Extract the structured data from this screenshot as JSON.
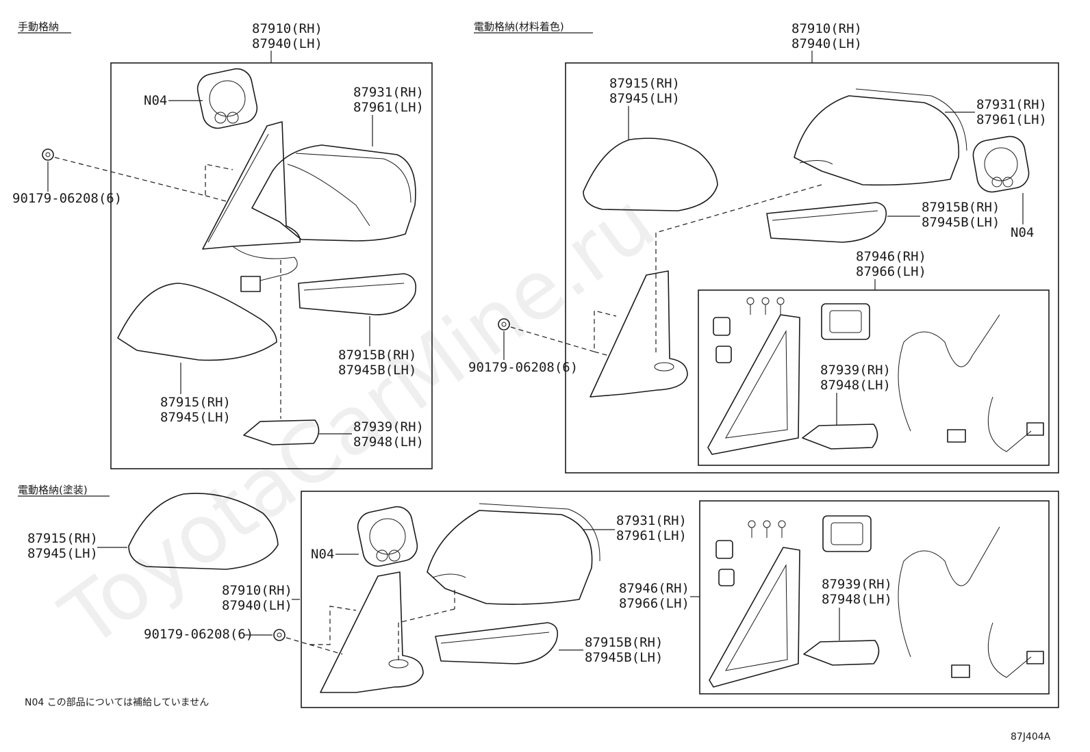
{
  "watermark": "ToyotaCarMine.ru",
  "diagram_code": "87J404A",
  "footnote": "N04 この部品については補給していません",
  "sections": {
    "manual": "手動格納",
    "electric_material": "電動格納(材料着色)",
    "electric_painted": "電動格納(塗装)"
  },
  "labels": {
    "p87910_rh": "87910(RH)",
    "p87940_lh": "87940(LH)",
    "p87931_rh": "87931(RH)",
    "p87961_lh": "87961(LH)",
    "p87915_rh": "87915(RH)",
    "p87945_lh": "87945(LH)",
    "p87915b_rh": "87915B(RH)",
    "p87945b_lh": "87945B(LH)",
    "p87939_rh": "87939(RH)",
    "p87948_lh": "87948(LH)",
    "p87946_rh": "87946(RH)",
    "p87966_lh": "87966(LH)",
    "bolt": "90179-06208(6)",
    "n04": "N04"
  }
}
